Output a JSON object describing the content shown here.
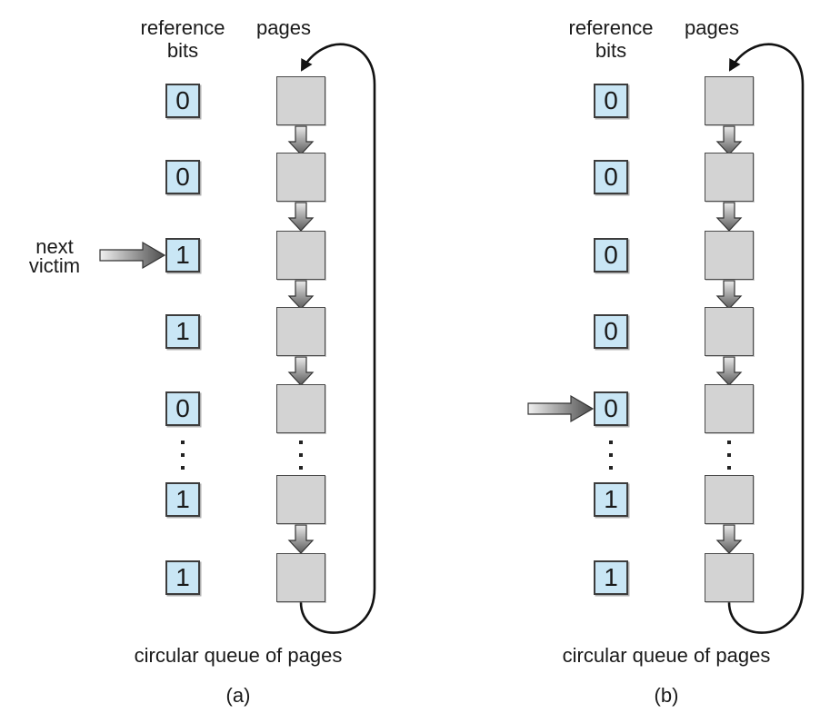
{
  "colors": {
    "bit_box_fill": "#c9e6f5",
    "page_box_fill": "#d3d3d3",
    "line_color": "#1a1a1a",
    "text_color": "#1a1a1a"
  },
  "diagrams": {
    "a": {
      "header_reference_line1": "reference",
      "header_reference_line2": "bits",
      "header_pages": "pages",
      "bits": [
        "0",
        "0",
        "1",
        "1",
        "0",
        "1",
        "1"
      ],
      "pointer": {
        "line1": "next",
        "line2": "victim",
        "target_row": 3
      },
      "caption": "circular queue of pages",
      "label": "(a)"
    },
    "b": {
      "header_reference_line1": "reference",
      "header_reference_line2": "bits",
      "header_pages": "pages",
      "bits": [
        "0",
        "0",
        "0",
        "0",
        "0",
        "1",
        "1"
      ],
      "pointer": {
        "target_row": 5
      },
      "caption": "circular queue of pages",
      "label": "(b)"
    }
  }
}
